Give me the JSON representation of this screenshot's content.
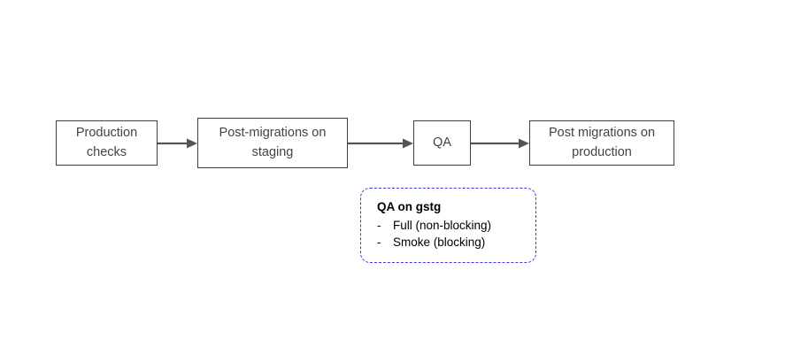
{
  "diagram": {
    "type": "flowchart",
    "orientation": "left-to-right",
    "nodes": [
      {
        "id": "production-checks",
        "label": "Production\nchecks"
      },
      {
        "id": "post-migrations-staging",
        "label": "Post-migrations on\nstaging"
      },
      {
        "id": "qa",
        "label": "QA"
      },
      {
        "id": "post-migrations-production",
        "label": "Post migrations on\nproduction"
      }
    ],
    "edges": [
      {
        "from": "production-checks",
        "to": "post-migrations-staging",
        "style": "solid-arrow"
      },
      {
        "from": "post-migrations-staging",
        "to": "qa",
        "style": "solid-arrow"
      },
      {
        "from": "qa",
        "to": "post-migrations-production",
        "style": "solid-arrow"
      }
    ],
    "callout": {
      "id": "qa-on-gstg",
      "title": "QA on gstg",
      "bullet_marker": "-",
      "items": [
        "Full (non-blocking)",
        "Smoke (blocking)"
      ]
    },
    "colors": {
      "node_border": "#3f3f3f",
      "node_text": "#434343",
      "arrow": "#555555",
      "callout_border": "#3b3bdb",
      "callout_text": "#000000",
      "background": "#ffffff"
    }
  }
}
